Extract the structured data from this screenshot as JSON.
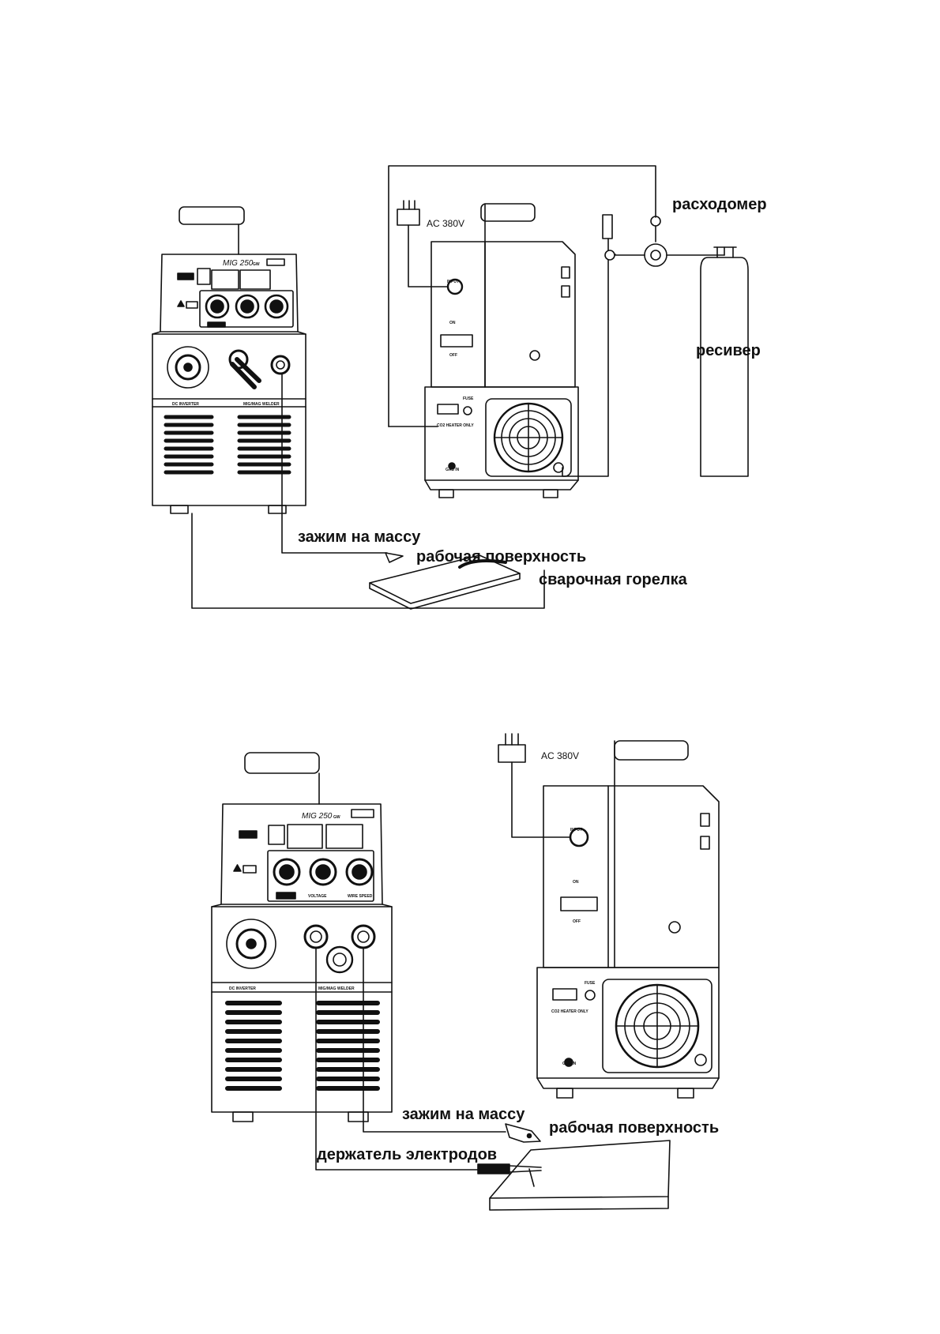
{
  "diagram": {
    "mig_setup": {
      "labels": {
        "flowmeter": "расходомер",
        "cylinder": "ресивер",
        "ground_clamp": "зажим на массу",
        "work_surface": "рабочая поверхность",
        "torch": "сварочная горелка",
        "power": "AC 380V"
      }
    },
    "mma_setup": {
      "labels": {
        "power": "AC 380V",
        "ground_clamp": "зажим на массу",
        "work_surface": "рабочая поверхность",
        "electrode_holder": "держатель электродов"
      }
    },
    "machine_front": {
      "model": "MIG 250",
      "model_suffix": "GW",
      "band_left": "DC INVERTER",
      "band_right": "MIG/MAG WELDER",
      "voltage_label": "VOLTAGE",
      "speed_label": "WIRE SPEED"
    },
    "machine_side": {
      "input_label": "INPUT",
      "input_sub": "AC 380V",
      "on_label": "ON",
      "off_label": "OFF",
      "fuse_label": "FUSE",
      "co2_label": "CO2 HEATER ONLY",
      "gas_label": "GAS IN"
    }
  }
}
